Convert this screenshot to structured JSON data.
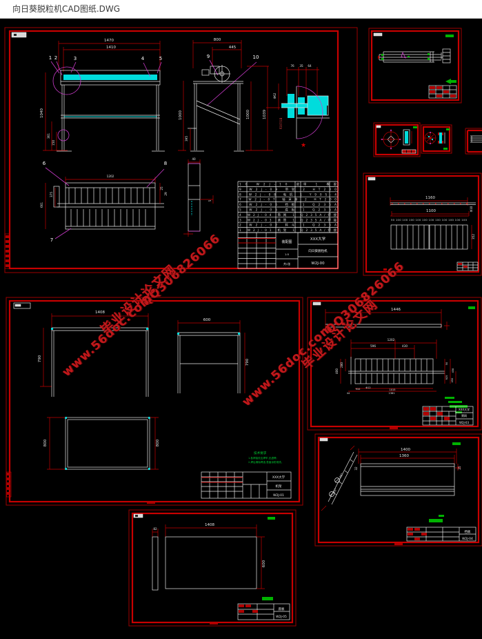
{
  "window": {
    "title": "向日葵脱粒机CAD图纸.DWG"
  },
  "watermark": {
    "site": "毕业设计论文网",
    "url": "www.56doc.com",
    "qq": "QQ306826066"
  },
  "assembly": {
    "front": {
      "dims": [
        "1470",
        "1410",
        "1040",
        "1000",
        "361",
        "150"
      ],
      "balloons": [
        "1",
        "2",
        "3",
        "4",
        "5"
      ]
    },
    "side": {
      "dims": [
        "800",
        "445",
        "1000",
        "1039",
        "395"
      ],
      "balloons": [
        "9",
        "10"
      ]
    },
    "detail": {
      "dims": [
        "76",
        "35",
        "64",
        "Φ62"
      ],
      "note": "P207/1B"
    },
    "grate": {
      "dims": [
        "1202",
        "661",
        "375",
        "25",
        "29"
      ],
      "balloons": [
        "6",
        "7",
        "8"
      ]
    },
    "bar": {
      "dims": [
        "40",
        "5"
      ]
    },
    "bom": [
      "10  W2J-10  皮带    1  橡胶",
      "9   W2J-09  带轮    2  HT200",
      "8   W2J-08  电机    1  Y90S-4",
      "7   W2J-07  轴承座  2  HT200",
      "6   W2J-06  挡板    1  Q235A",
      "5   W2J-05  底板    1  Q235A",
      "4   W2J-04  筛网    1  Q235A/焊接",
      "3   W2J-03  滚筒    1  Q235A/焊接",
      "2   W2J-02  料斗    1  Q235A",
      "1   W2J-01  机架    1  Q235A/焊接"
    ],
    "titleblock": {
      "school": "XXX大学",
      "product": "向日葵脱粒机",
      "type": "装配图",
      "scale": "1:5",
      "sheet": "共1张",
      "code": "W2J-00"
    }
  },
  "screen_bar": {
    "dims": [
      "1160",
      "Φ10",
      "1100",
      "352"
    ],
    "cells": "50 100 100 100 100 100 100 100 100 100 100 100"
  },
  "frame": {
    "dims": [
      "1408",
      "790",
      "600",
      "790",
      "800",
      "800"
    ],
    "notes": {
      "title": "技术要求",
      "lines": [
        "1.各焊接处应焊牢,无虚焊;",
        "2.焊后清除焊渣,表面涂防锈漆。"
      ]
    },
    "titleblock": {
      "school": "XXX大学",
      "name": "机架",
      "code": "W2J-01"
    }
  },
  "sieve": {
    "dims": [
      "1446",
      "1202",
      "596",
      "430",
      "280",
      "400",
      "50",
      "458",
      "925",
      "450",
      "44",
      "910",
      "Φ12",
      "1015",
      "1361"
    ],
    "titleblock": {
      "school": "XXX大学",
      "name": "筛网",
      "code": "W2J-03"
    }
  },
  "baffle": {
    "dims": [
      "1400",
      "1360",
      "25",
      "32",
      "45°",
      "45°"
    ],
    "titleblock": {
      "name": "挡板",
      "code": "W2J-04"
    }
  },
  "plate": {
    "dims": [
      "82",
      "1408",
      "600"
    ],
    "titleblock": {
      "name": "底板",
      "code": "W2J-05"
    }
  }
}
